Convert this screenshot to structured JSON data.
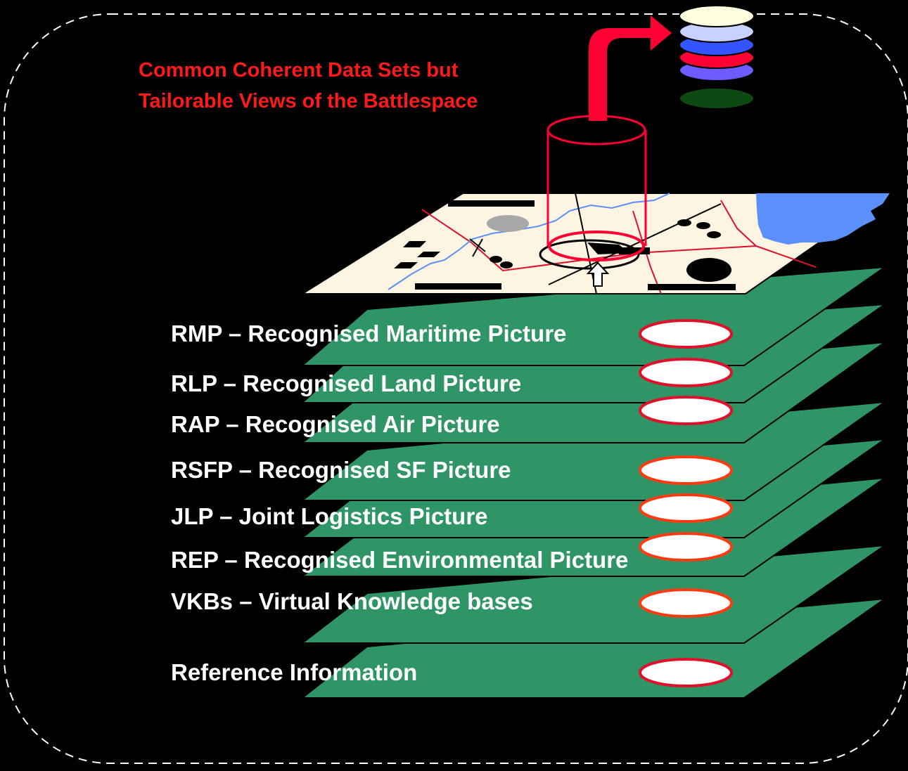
{
  "title": {
    "line1": "Common Coherent Data Sets but",
    "line2": "Tailorable Views of the Battlespace"
  },
  "layers": [
    {
      "label": "RMP – Recognised Maritime Picture"
    },
    {
      "label": "RLP – Recognised Land Picture"
    },
    {
      "label": "RAP – Recognised Air Picture"
    },
    {
      "label": "RSFP – Recognised SF Picture"
    },
    {
      "label": "JLP – Joint Logistics Picture"
    },
    {
      "label": "REP – Recognised Environmental Picture"
    },
    {
      "label": "VKBs – Virtual Knowledge bases"
    },
    {
      "label": "Reference Information"
    }
  ],
  "colors": {
    "background": "#000000",
    "caption": "#ff1a1a",
    "layer_fill": "#2f9566",
    "map_fill": "#fdf5e2",
    "water": "#5b8ff9",
    "border_dash": "#ffffff",
    "arrow": "#ff0033",
    "cylinder": "#ff0033"
  },
  "stack_disc_colors": [
    "#fffde0",
    "#c8d2ff",
    "#3355ff",
    "#ff0033",
    "#6d5cff",
    "#0c4a14"
  ]
}
